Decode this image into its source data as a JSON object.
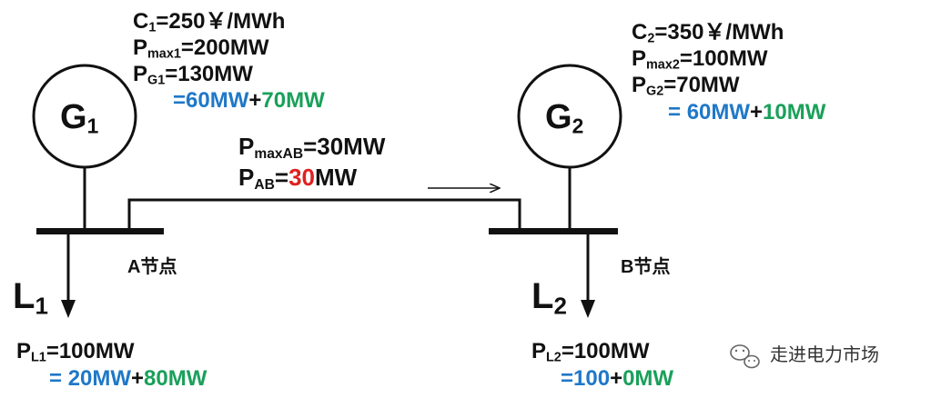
{
  "colors": {
    "line": "#111111",
    "blue": "#1f78c8",
    "green": "#1aa05a",
    "red": "#e02020"
  },
  "gen1": {
    "circle_letter": "G",
    "circle_sub": "1",
    "cost": {
      "sym": "C",
      "sub": "1",
      "val": "=250￥/MWh"
    },
    "pmax": {
      "sym": "P",
      "sub": "max1",
      "val": "=200MW"
    },
    "pg": {
      "sym": "P",
      "sub": "G1",
      "val": "=130MW"
    },
    "split": {
      "eq": "=",
      "part1": "60MW",
      "plus": "+",
      "part2": "70MW"
    }
  },
  "gen2": {
    "circle_letter": "G",
    "circle_sub": "2",
    "cost": {
      "sym": "C",
      "sub": "2",
      "val": "=350￥/MWh"
    },
    "pmax": {
      "sym": "P",
      "sub": "max2",
      "val": "=100MW"
    },
    "pg": {
      "sym": "P",
      "sub": "G2",
      "val": "=70MW"
    },
    "split": {
      "eq": "=",
      "part1": "60MW",
      "plus": "+",
      "part2": "10MW"
    }
  },
  "line": {
    "pmax": {
      "sym": "P",
      "sub": "maxAB",
      "val": "=30MW"
    },
    "flow": {
      "sym": "P",
      "sub": "AB",
      "eq": "=",
      "num": "30",
      "unit": "MW"
    }
  },
  "nodeA": {
    "label": "A节点"
  },
  "nodeB": {
    "label": "B节点"
  },
  "load1": {
    "letter": "L",
    "letter_sub": "1",
    "p": {
      "sym": "P",
      "sub": "L1",
      "val": "=100MW"
    },
    "split": {
      "eq": "=",
      "part1": "20MW",
      "plus": "+",
      "part2": "80MW"
    }
  },
  "load2": {
    "letter": "L",
    "letter_sub": "2",
    "p": {
      "sym": "P",
      "sub": "L2",
      "val": "=100MW"
    },
    "split": {
      "eq": "=",
      "part1": "100",
      "plus": "+",
      "part2": "0MW"
    }
  },
  "watermark": {
    "icon": "wechat-icon",
    "text": "走进电力市场"
  }
}
